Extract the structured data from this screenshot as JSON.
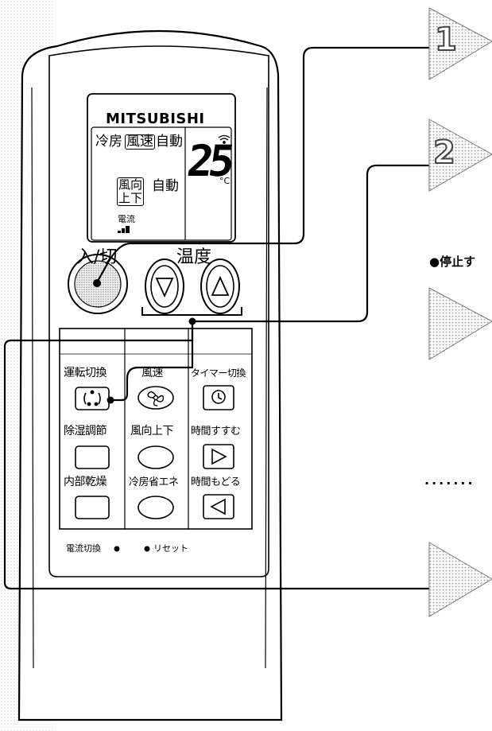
{
  "remote": {
    "brand": "MITSUBISHI",
    "lcd": {
      "mode": "冷房",
      "fan_label": "風速",
      "fan_value": "自動",
      "vane_label_line1": "風向",
      "vane_label_line2": "上下",
      "vane_value": "自動",
      "current_label": "電流",
      "temperature": "25",
      "unit": "°C"
    },
    "power_label": "入/切",
    "temp_label": "温度",
    "buttons": {
      "mode_select": "運転切換",
      "fan_speed": "風速",
      "timer_select": "タイマー切換",
      "dehumidify_adjust": "除湿調節",
      "vane_updown": "風向上下",
      "time_forward": "時間すすむ",
      "internal_dry": "内部乾燥",
      "cool_eco": "冷房省エネ",
      "time_back": "時間もどる"
    },
    "current_switch": "電流切換",
    "reset": "リセット"
  },
  "steps": [
    "1",
    "2"
  ],
  "side_note": "停止す",
  "icons": {
    "temp_down": "triangle-down-icon",
    "temp_up": "triangle-up-icon",
    "mode": "mode-cycle-icon",
    "fan": "fan-icon",
    "timer": "clock-icon",
    "forward": "triangle-right-icon",
    "back": "triangle-left-icon",
    "step_marker": "step-arrow-icon"
  }
}
